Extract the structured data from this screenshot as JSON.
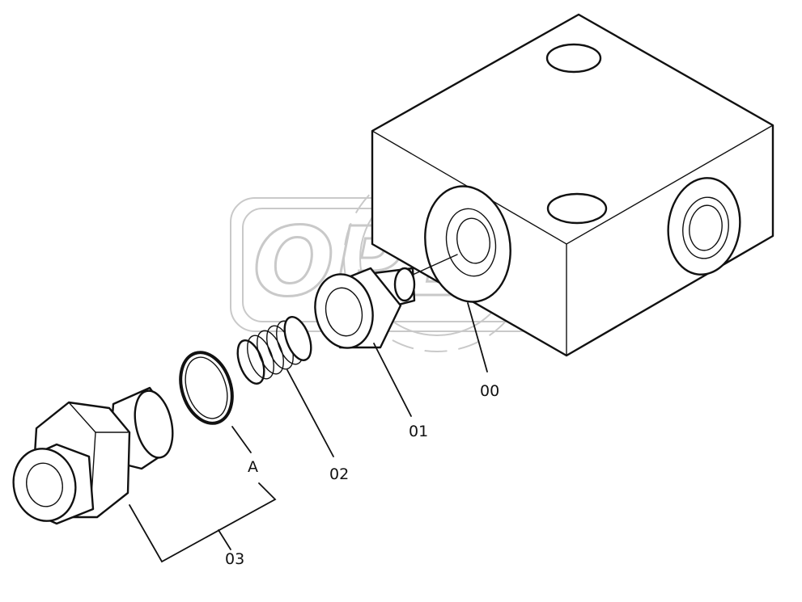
{
  "diagram": {
    "watermark_text": "OPEX",
    "callouts": {
      "valve_body": "00",
      "poppet": "01",
      "spring": "02",
      "plug_assembly": "03",
      "o_ring": "A"
    }
  }
}
